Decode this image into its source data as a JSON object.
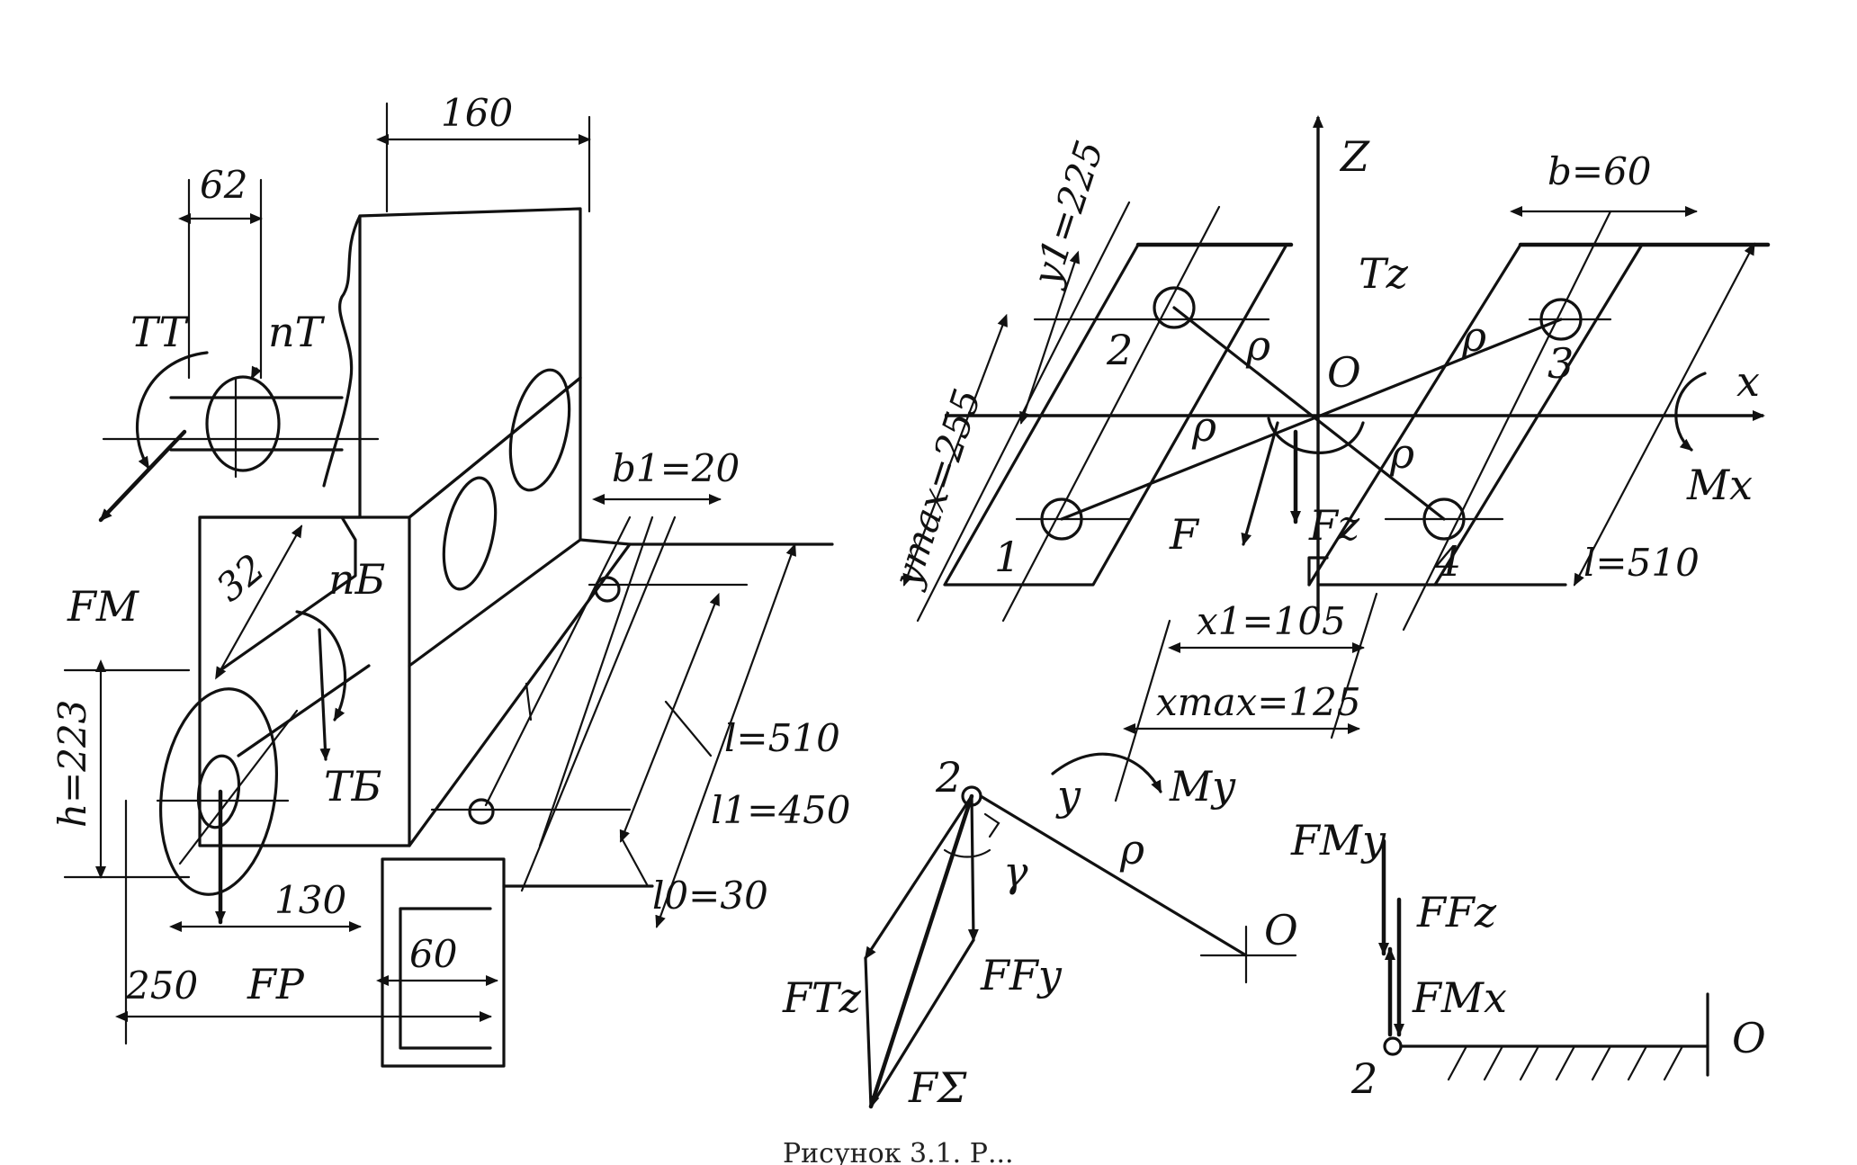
{
  "diagram": {
    "dimensions": {
      "d160": "160",
      "d62": "62",
      "b1": "b1=20",
      "d32": "32",
      "h": "h=223",
      "d130": "130",
      "d250": "250",
      "d60": "60",
      "l_left": "l=510",
      "l1": "l1=450",
      "l0": "l0=30",
      "y1": "y1=225",
      "ymax": "ymax=255",
      "b": "b=60",
      "x1": "x1=105",
      "xmax": "xmax=125",
      "l_right": "l=510"
    },
    "force_labels": {
      "TT": "TT",
      "nT": "nT",
      "FM": "FM",
      "nB": "nБ",
      "TB": "TБ",
      "FP": "FP",
      "Z": "Z",
      "Tz": "Tz",
      "O_top": "O",
      "x": "x",
      "Mx": "Mx",
      "F": "F",
      "Fz": "Fz",
      "y": "y",
      "My": "My",
      "rho": "ρ",
      "gamma": "γ",
      "FTz": "FTz",
      "FFy": "FFy",
      "FSigma": "FΣ",
      "FMy": "FMy",
      "FFz": "FFz",
      "FMx": "FMx",
      "O_mid": "O",
      "O_bottom": "O",
      "pt2_low": "2",
      "pt2_bottom": "2"
    },
    "bolt_numbers": [
      "1",
      "2",
      "3",
      "4"
    ],
    "caption": "Рисунок 3.1. Р..."
  }
}
